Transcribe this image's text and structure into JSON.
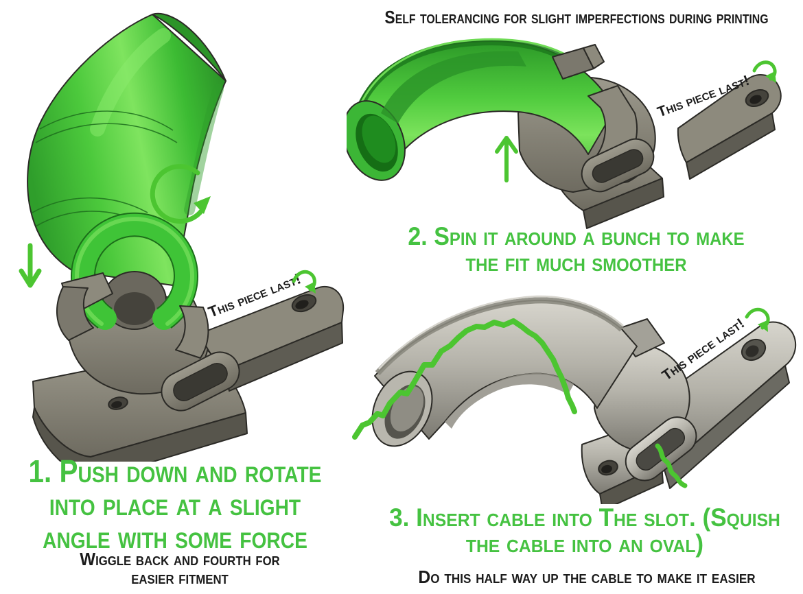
{
  "header": {
    "note": "Self tolerancing for slight imperfections during printing"
  },
  "steps": [
    {
      "number": "1",
      "heading": "1. Push down and rotate into place at a slight angle with some force",
      "subheading": "Wiggle back and fourth for easier fitment",
      "callout": "This piece last!",
      "icons": [
        "arrow-down-icon",
        "rotate-cw-icon",
        "hook-arrow-icon"
      ]
    },
    {
      "number": "2",
      "heading": "2. Spin it around a bunch to make the fit much smoother",
      "subheading": "",
      "callout": "This piece last!",
      "icons": [
        "arrow-up-icon",
        "hook-arrow-icon"
      ]
    },
    {
      "number": "3",
      "heading": "3. Insert cable into The slot. (Squish the cable into an oval)",
      "subheading": "Do this half way up the cable to make it easier",
      "callout": "This piece last!",
      "icons": [
        "cable-squiggle-icon",
        "hook-arrow-icon"
      ]
    }
  ],
  "colors": {
    "heading_green": "#45c241",
    "part_green": "#3fc437",
    "annotation_green": "#4cc531",
    "text_black": "#1b1b1b",
    "part_gray": "#8b887b",
    "part_silver": "#b5b3aa",
    "background": "#ffffff"
  }
}
